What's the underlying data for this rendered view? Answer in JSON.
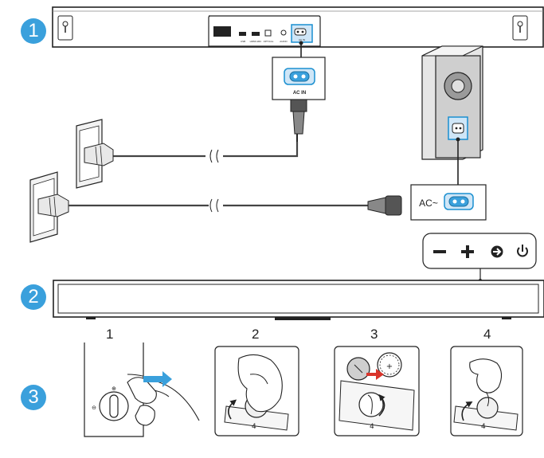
{
  "steps": [
    "1",
    "2",
    "3"
  ],
  "substeps": [
    "1",
    "2",
    "3",
    "4"
  ],
  "ports": [
    "USB",
    "HDMI ARC",
    "OPTICAL",
    "AUDIO",
    "AC IN"
  ],
  "ac_in_label": "AC IN",
  "ac_label": "AC~",
  "colors": {
    "badge": "#3aa0dc",
    "accent": "#1a8fd0",
    "ink": "#222222"
  },
  "icons": [
    "wall-socket-icon",
    "ac-connector-icon",
    "volume-down-icon",
    "volume-up-icon",
    "source-icon",
    "power-icon",
    "coin-icon",
    "hand-icon",
    "arrow-right-icon",
    "rotate-arrow-icon"
  ]
}
